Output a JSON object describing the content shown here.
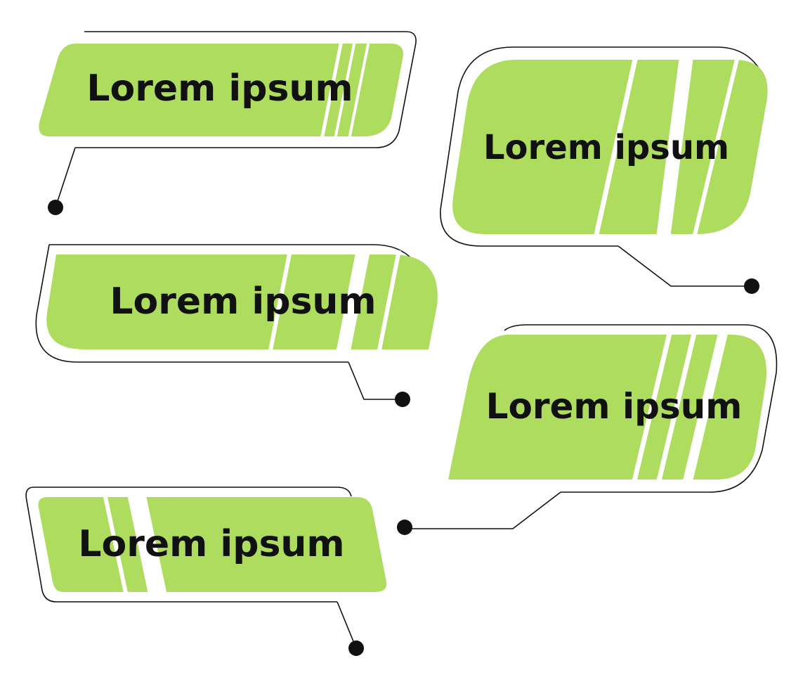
{
  "colors": {
    "background": "#ffffff",
    "fill": "#aedc5e",
    "outline": "#111111",
    "text": "#111111",
    "dot": "#111111"
  },
  "callouts": [
    {
      "label": "Lorem ipsum"
    },
    {
      "label": "Lorem ipsum"
    },
    {
      "label": "Lorem ipsum"
    },
    {
      "label": "Lorem ipsum"
    },
    {
      "label": "Lorem ipsum"
    }
  ]
}
